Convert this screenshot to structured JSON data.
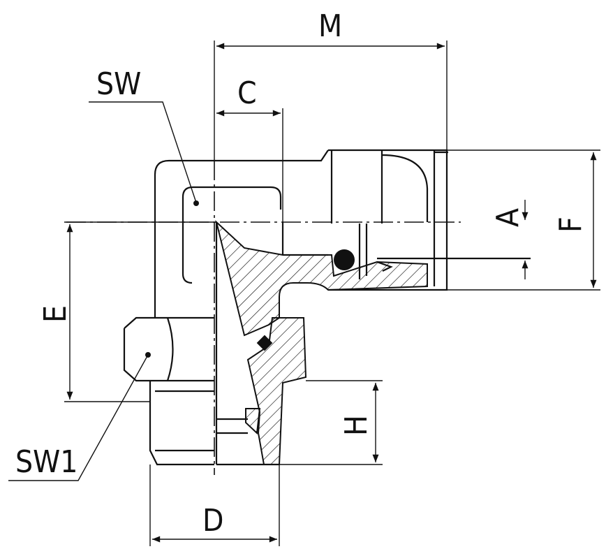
{
  "drawing": {
    "labels": {
      "M": "M",
      "C": "C",
      "SW": "SW",
      "A": "A",
      "F": "F",
      "E": "E",
      "SW1": "SW1",
      "H": "H",
      "D": "D"
    }
  }
}
